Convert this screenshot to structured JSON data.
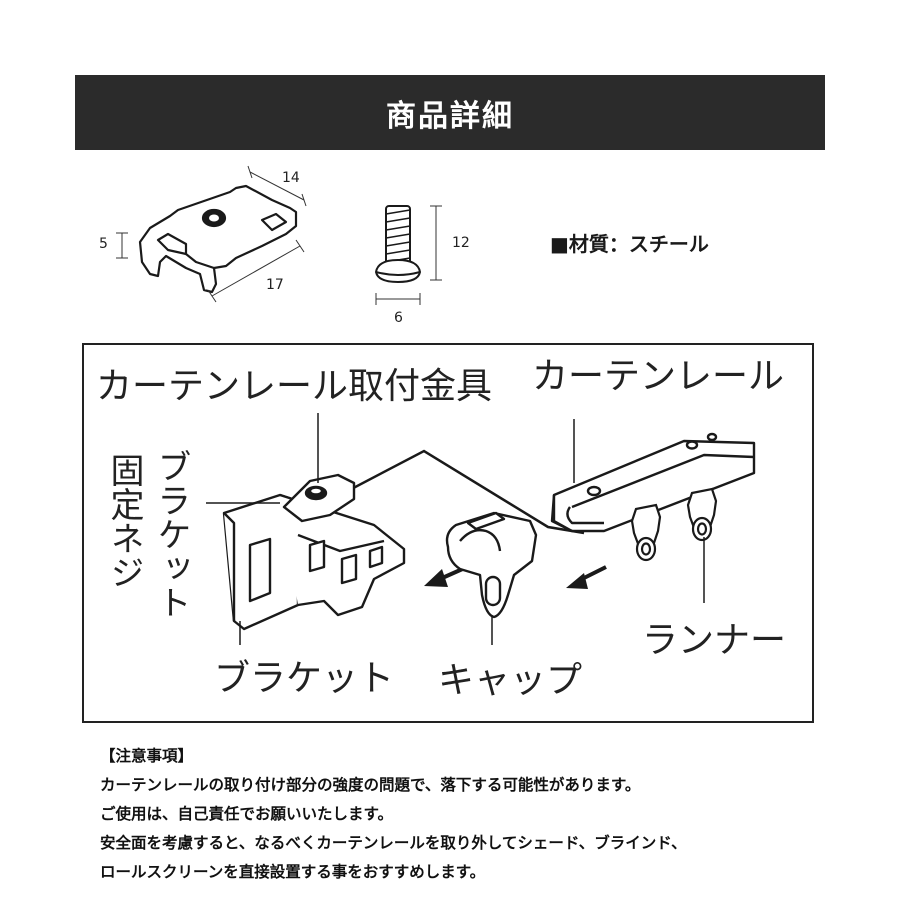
{
  "header": {
    "title": "商品詳細"
  },
  "specs": {
    "bracket_dims": {
      "width": "14",
      "height": "5",
      "length": "17"
    },
    "screw_dims": {
      "length": "12",
      "width": "6"
    },
    "material_label": "■材質：スチール"
  },
  "diagram": {
    "labels": {
      "mount_fitting": "カーテンレール取付金具",
      "curtain_rail": "カーテンレール",
      "fixing_screw": "固定ネジ",
      "bracket_vertical": "ブラケット",
      "bracket": "ブラケット",
      "cap": "キャップ",
      "runner": "ランナー"
    }
  },
  "notes": {
    "heading": "【注意事項】",
    "lines": [
      "カーテンレールの取り付け部分の強度の問題で、落下する可能性があります。",
      "ご使用は、自己責任でお願いいたします。",
      "安全面を考慮すると、なるべくカーテンレールを取り外してシェード、ブラインド、",
      "ロールスクリーンを直接設置する事をおすすめします。"
    ]
  },
  "colors": {
    "header_bg": "#2b2b2b",
    "header_text": "#ffffff",
    "line": "#1a1a1a"
  }
}
